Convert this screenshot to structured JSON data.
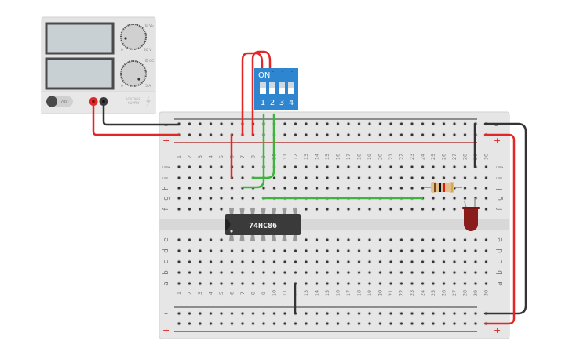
{
  "power_supply": {
    "voltage_knob_label": "VE",
    "voltage_min": "0",
    "voltage_max": "30 V",
    "current_knob_label": "CC",
    "current_min": "0",
    "current_max": "5 A",
    "switch_label": "OFF",
    "brand_line1": "VOLTAGE",
    "brand_line2": "SUPPLY"
  },
  "dip_switch": {
    "on_label": "ON",
    "switch_numbers": [
      "1",
      "2",
      "3",
      "4"
    ],
    "states_on": [
      false,
      false,
      false,
      false
    ]
  },
  "chip": {
    "label": "74HC86"
  },
  "breadboard": {
    "columns": [
      "1",
      "2",
      "3",
      "4",
      "5",
      "6",
      "7",
      "8",
      "9",
      "10",
      "11",
      "12",
      "13",
      "14",
      "15",
      "16",
      "17",
      "18",
      "19",
      "20",
      "21",
      "22",
      "23",
      "24",
      "25",
      "26",
      "27",
      "28",
      "29",
      "30"
    ],
    "top_rows": [
      "j",
      "i",
      "h",
      "g",
      "f"
    ],
    "bottom_rows": [
      "e",
      "d",
      "c",
      "b",
      "a"
    ],
    "rail_minus": "–",
    "rail_plus": "+"
  },
  "colors": {
    "wire_red": "#e32626",
    "wire_black": "#333333",
    "wire_green": "#3db53d",
    "dip_blue": "#2f86d0",
    "led_red": "#8b1c1c",
    "board": "#e6e6e6"
  }
}
